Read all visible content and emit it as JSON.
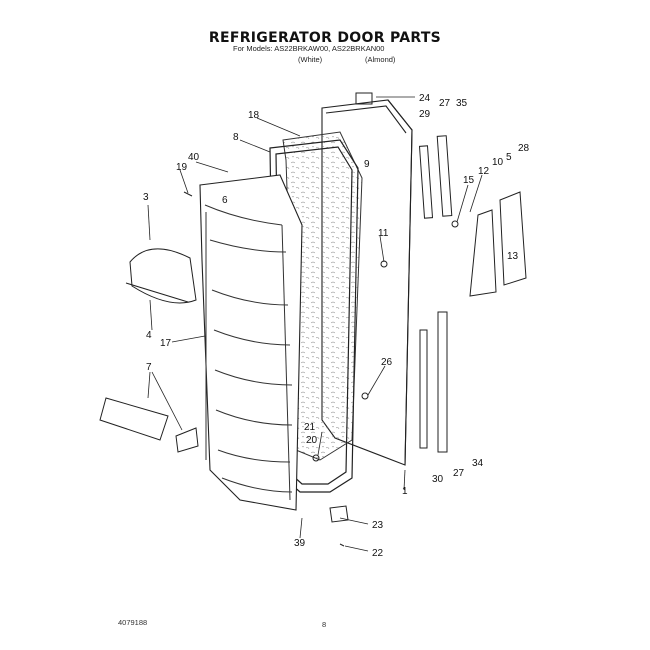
{
  "header": {
    "title": "REFRIGERATOR DOOR PARTS",
    "models_line": "For Models: AS22BRKAW00, AS22BRKAN00",
    "variant_white": "(White)",
    "variant_almond": "(Almond)"
  },
  "callouts": [
    "24",
    "27",
    "35",
    "29",
    "18",
    "9",
    "8",
    "6",
    "40",
    "19",
    "3",
    "11",
    "15",
    "12",
    "10",
    "5",
    "28",
    "13",
    "4",
    "17",
    "26",
    "7",
    "21",
    "20",
    "1",
    "30",
    "27",
    "34",
    "23",
    "22",
    "39"
  ],
  "footer": {
    "part_code": "4079188",
    "page": "8"
  }
}
